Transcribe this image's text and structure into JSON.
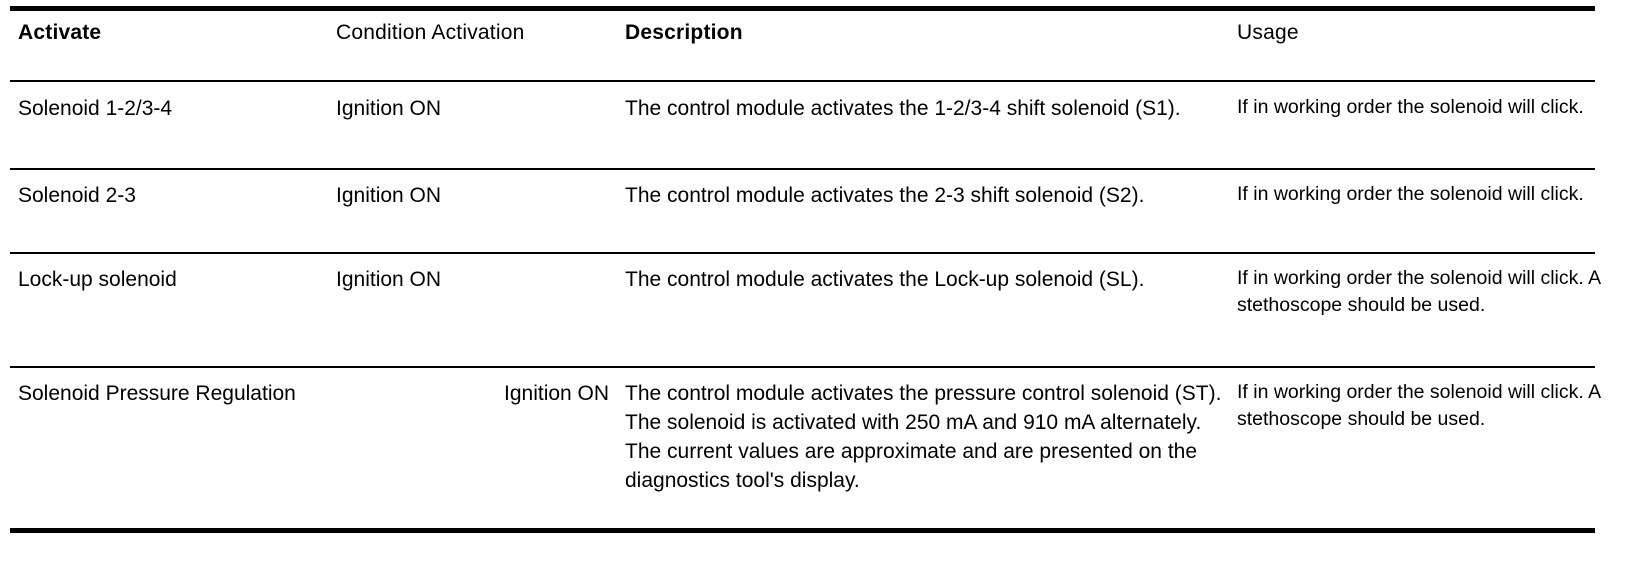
{
  "table": {
    "columns": [
      {
        "key": "activate",
        "label": "Activate",
        "bold": true
      },
      {
        "key": "condition",
        "label": "Condition Activation",
        "bold": false
      },
      {
        "key": "description",
        "label": "Description",
        "bold": true
      },
      {
        "key": "usage",
        "label": "Usage",
        "bold": false
      }
    ],
    "header": {
      "activate": "Activate",
      "condition": "Condition Activation",
      "description": "Description",
      "usage": "Usage"
    },
    "rows": [
      {
        "activate": "Solenoid 1-2/3-4",
        "condition": "Ignition ON",
        "description": "The control module activates the 1-2/3-4 shift solenoid (S1).",
        "usage": "If in working order the solenoid will click."
      },
      {
        "activate": "Solenoid 2-3",
        "condition": "Ignition ON",
        "description": "The control module activates the 2-3 shift solenoid (S2).",
        "usage": "If in working order the solenoid will click."
      },
      {
        "activate": "Lock-up solenoid",
        "condition": "Ignition ON",
        "description": "The control module activates the Lock-up solenoid (SL).",
        "usage": "If in working order the solenoid will click. A stethoscope should be used."
      },
      {
        "activate": "Solenoid Pressure Regulation",
        "condition": "Ignition ON",
        "description": "The control module activates the pressure control solenoid (ST). The solenoid is activated with 250 mA and 910 mA alternately. The current values are approximate and are presented on the diagnostics tool's display.",
        "usage": "If in working order the solenoid will click. A stethoscope should be used."
      }
    ]
  },
  "style": {
    "rule_color": "#000000",
    "text_color": "#000000",
    "background": "#ffffff"
  }
}
